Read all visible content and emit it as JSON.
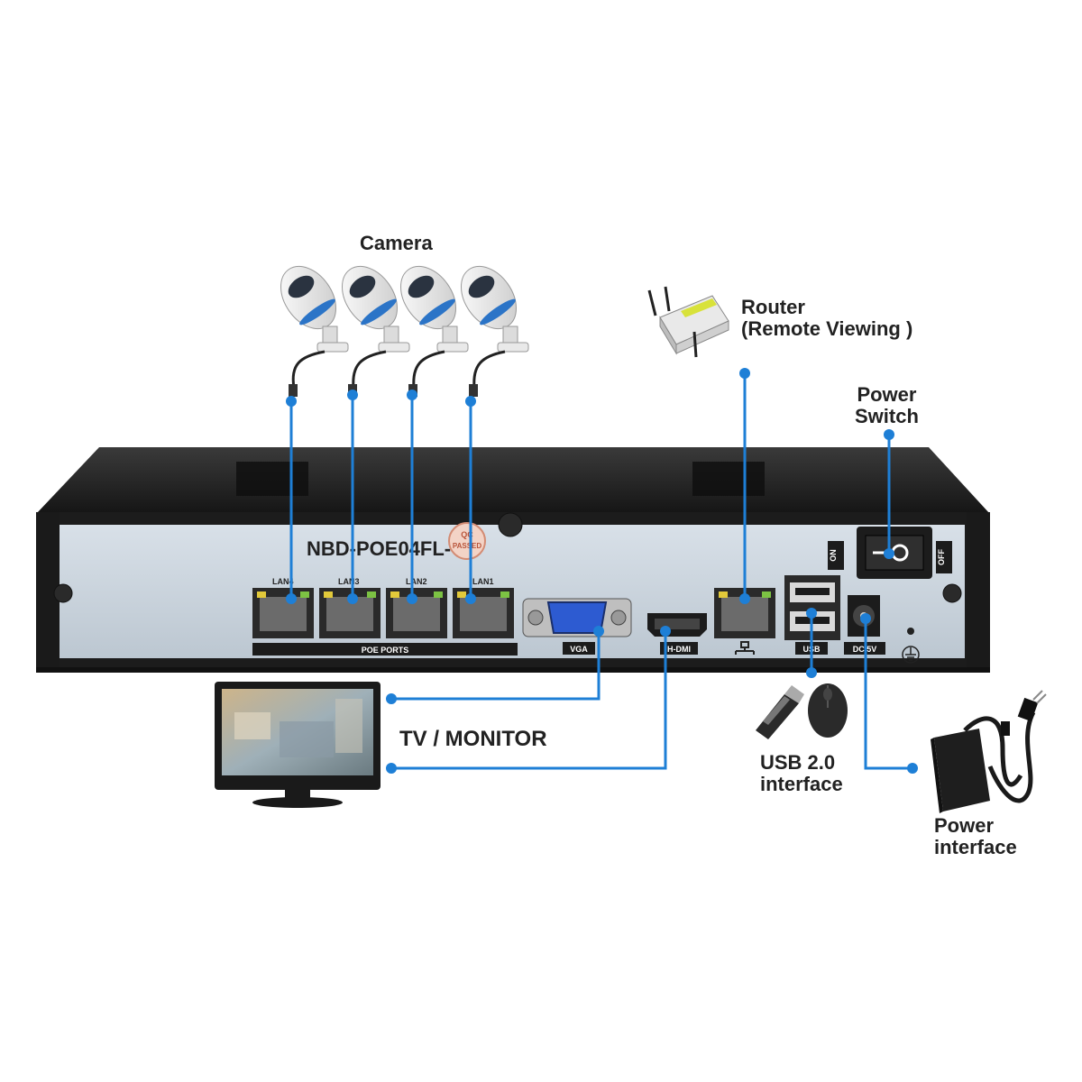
{
  "labels": {
    "camera": "Camera",
    "router": "Router\n(Remote Viewing )",
    "power_switch": "Power\nSwitch",
    "tv_monitor": "TV / MONITOR",
    "usb_interface": "USB 2.0\ninterface",
    "power_interface": "Power\ninterface"
  },
  "device": {
    "model": "NBD-POE04FL-",
    "qc_stamp": "QC PASSED",
    "lan_ports": [
      "LAN4",
      "LAN3",
      "LAN2",
      "LAN1"
    ],
    "poe_label": "POE PORTS",
    "vga_label": "VGA",
    "hdmi_label": "H-DMI",
    "usb_label": "USB",
    "dc_label": "DC 5V",
    "switch_on": "ON",
    "switch_off": "OFF"
  },
  "colors": {
    "connector_line": "#1e7fd6",
    "chassis_dark": "#1c1c1c",
    "panel": "#c9d3dc"
  }
}
